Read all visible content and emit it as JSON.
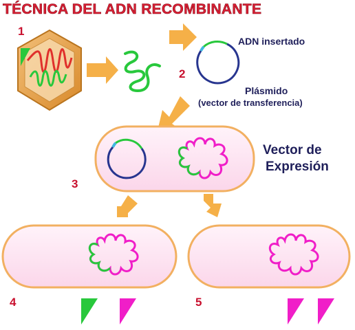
{
  "title": "TÉCNICA DEL ADN RECOMBINANTE",
  "steps": [
    "1",
    "2",
    "3",
    "4",
    "5"
  ],
  "labels": {
    "inserted_dna": "ADN insertado",
    "plasmid": "Plásmido",
    "transfer_vector": "(vector de transferencia)",
    "expression_vector_line1": "Vector de",
    "expression_vector_line2": "Expresión"
  },
  "colors": {
    "title": "#d81f34",
    "step_number": "#c8102e",
    "caption": "#1f1f5a",
    "virus_capsid": "#e29a3b",
    "dna_red": "#e0302c",
    "dna_green": "#28c83c",
    "plasmid_blue": "#27358f",
    "plasmid_cyan": "#3fb7e0",
    "cell_fill": "#fde4f1",
    "cell_border": "#f2b061",
    "chromosome_magenta": "#f01ec8",
    "arrow": "#f5b048"
  }
}
